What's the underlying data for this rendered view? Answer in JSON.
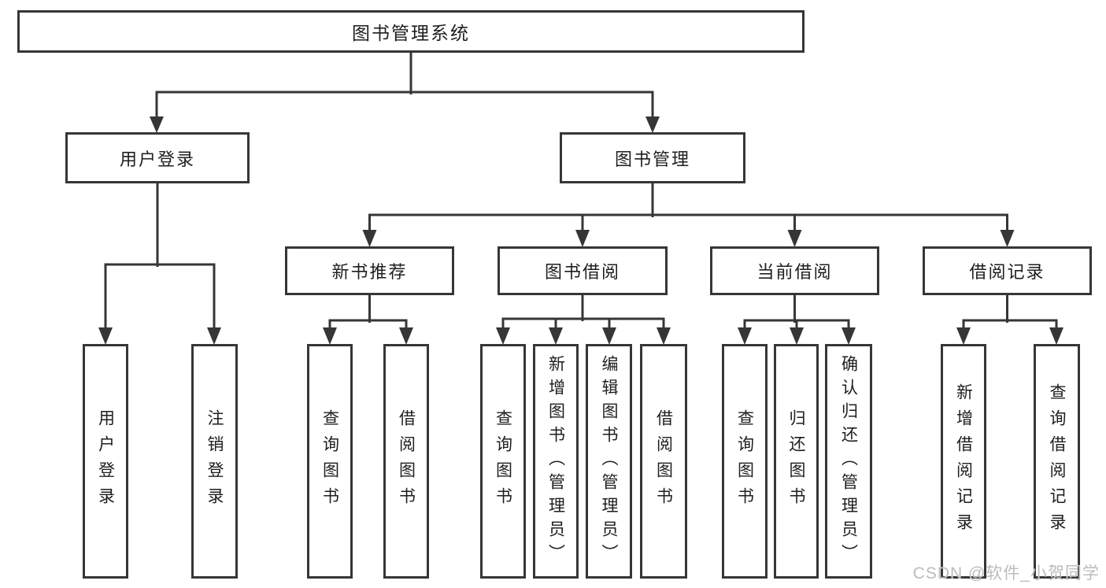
{
  "diagram": {
    "type": "tree-structure-chart",
    "title": "图书管理系统",
    "colors": {
      "line": "#363636",
      "box_border": "#363636",
      "box_background": "#ffffff",
      "text": "#1e1e1e",
      "watermark": "#bcbcbc"
    }
  },
  "nodes": [
    {
      "id": "root",
      "label": "图书管理系统",
      "level": 1,
      "parent": null
    },
    {
      "id": "user-login",
      "label": "用户登录",
      "level": 2,
      "parent": "root"
    },
    {
      "id": "book-management",
      "label": "图书管理",
      "level": 2,
      "parent": "root"
    },
    {
      "id": "new-book-recommend",
      "label": "新书推荐",
      "level": 3,
      "parent": "book-management"
    },
    {
      "id": "book-borrowing",
      "label": "图书借阅",
      "level": 3,
      "parent": "book-management"
    },
    {
      "id": "current-borrowing",
      "label": "当前借阅",
      "level": 3,
      "parent": "book-management"
    },
    {
      "id": "borrowing-records",
      "label": "借阅记录",
      "level": 3,
      "parent": "book-management"
    },
    {
      "id": "user-login-leaf",
      "label": "用户登录",
      "level": 4,
      "parent": "user-login"
    },
    {
      "id": "logout-leaf",
      "label": "注销登录",
      "level": 4,
      "parent": "user-login"
    },
    {
      "id": "query-books-1",
      "label": "查询图书",
      "level": 4,
      "parent": "new-book-recommend"
    },
    {
      "id": "borrow-books-1",
      "label": "借阅图书",
      "level": 4,
      "parent": "new-book-recommend"
    },
    {
      "id": "query-books-2",
      "label": "查询图书",
      "level": 4,
      "parent": "book-borrowing"
    },
    {
      "id": "add-books-admin",
      "label": "新增图书（管理员）",
      "level": 4,
      "parent": "book-borrowing"
    },
    {
      "id": "edit-books-admin",
      "label": "编辑图书（管理员）",
      "level": 4,
      "parent": "book-borrowing"
    },
    {
      "id": "borrow-books-2",
      "label": "借阅图书",
      "level": 4,
      "parent": "book-borrowing"
    },
    {
      "id": "query-books-3",
      "label": "查询图书",
      "level": 4,
      "parent": "current-borrowing"
    },
    {
      "id": "return-books",
      "label": "归还图书",
      "level": 4,
      "parent": "current-borrowing"
    },
    {
      "id": "confirm-return-admin",
      "label": "确认归还（管理员）",
      "level": 4,
      "parent": "current-borrowing"
    },
    {
      "id": "add-borrow-record",
      "label": "新增借阅记录",
      "level": 4,
      "parent": "borrowing-records"
    },
    {
      "id": "query-borrow-record",
      "label": "查询借阅记录",
      "level": 4,
      "parent": "borrowing-records"
    }
  ],
  "watermark": {
    "text": "CSDN @软件_小贺同学"
  }
}
